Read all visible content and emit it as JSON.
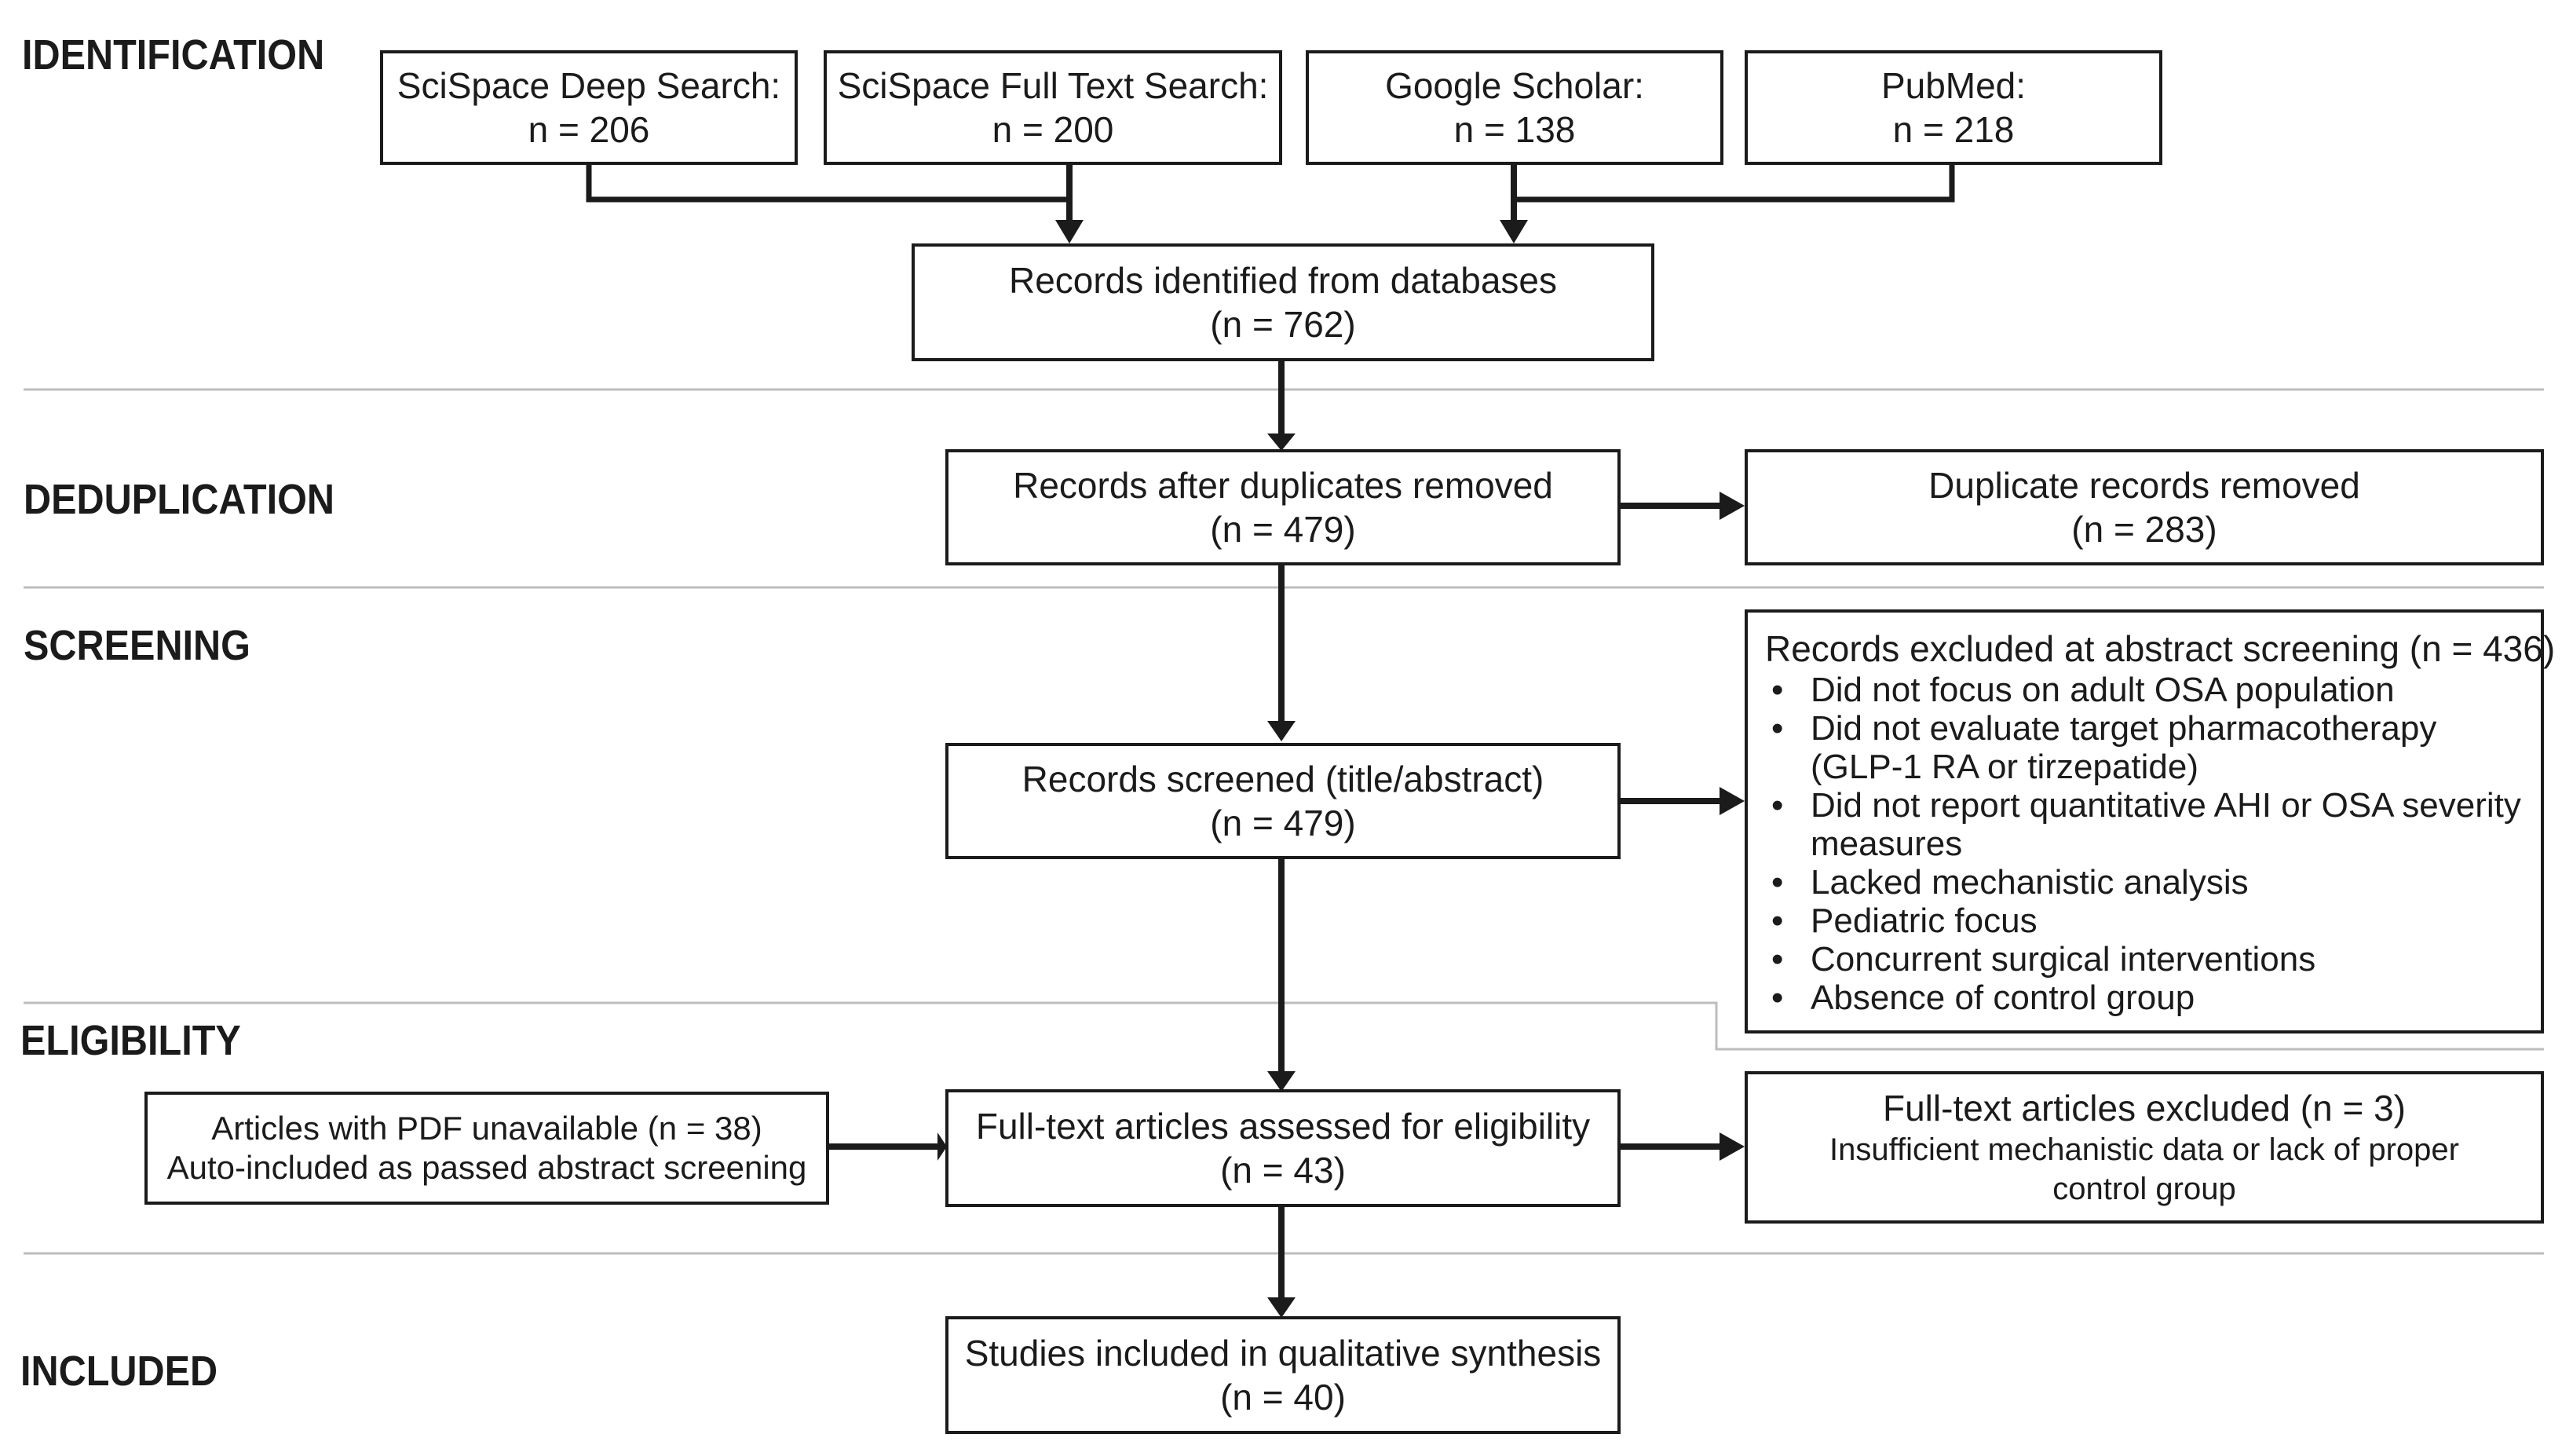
{
  "phases": {
    "identification": "IDENTIFICATION",
    "deduplication": "DEDUPLICATION",
    "screening": "SCREENING",
    "eligibility": "ELIGIBILITY",
    "included": "INCLUDED"
  },
  "sources": [
    {
      "name": "SciSpace Deep Search:",
      "count": "n = 206"
    },
    {
      "name": "SciSpace Full Text Search:",
      "count": "n = 200"
    },
    {
      "name": "Google Scholar:",
      "count": "n = 138"
    },
    {
      "name": "PubMed:",
      "count": "n = 218"
    }
  ],
  "identified": {
    "label": "Records identified from databases",
    "count": "(n = 762)"
  },
  "after_dedup": {
    "label": "Records after duplicates removed",
    "count": "(n = 479)"
  },
  "duplicates": {
    "label": "Duplicate records removed",
    "count": "(n = 283)"
  },
  "screened": {
    "label": "Records screened (title/abstract)",
    "count": "(n = 479)"
  },
  "excluded_abstract": {
    "label": "Records excluded at abstract screening (n = 436)",
    "reasons": [
      "Did not focus on adult OSA population",
      "Did not evaluate target pharmacotherapy (GLP-1 RA or tirzepatide)",
      "Did not report quantitative AHI or OSA severity measures",
      "Lacked mechanistic analysis",
      "Pediatric focus",
      "Concurrent surgical interventions",
      "Absence of control group"
    ]
  },
  "pdf_unavailable": {
    "label": "Articles with PDF unavailable (n = 38)",
    "note": "Auto-included as passed abstract screening"
  },
  "fulltext_assessed": {
    "label": "Full-text articles assessed for eligibility",
    "count": "(n = 43)"
  },
  "fulltext_excluded": {
    "label": "Full-text articles excluded (n = 3)",
    "note_line1": "Insufficient mechanistic data or lack of proper",
    "note_line2": "control group"
  },
  "included": {
    "label": "Studies included in qualitative synthesis",
    "count": "(n = 40)"
  }
}
